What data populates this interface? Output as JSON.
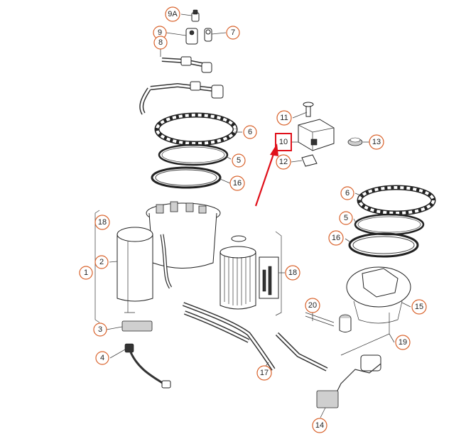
{
  "diagram": {
    "callouts": [
      {
        "id": "c-9a",
        "label": "9A"
      },
      {
        "id": "c-9",
        "label": "9"
      },
      {
        "id": "c-7",
        "label": "7"
      },
      {
        "id": "c-8",
        "label": "8"
      },
      {
        "id": "c-6-top",
        "label": "6"
      },
      {
        "id": "c-5-top",
        "label": "5"
      },
      {
        "id": "c-16-top",
        "label": "16"
      },
      {
        "id": "c-11",
        "label": "11"
      },
      {
        "id": "c-10",
        "label": "10"
      },
      {
        "id": "c-13",
        "label": "13"
      },
      {
        "id": "c-12",
        "label": "12"
      },
      {
        "id": "c-6-right",
        "label": "6"
      },
      {
        "id": "c-5-right",
        "label": "5"
      },
      {
        "id": "c-16-right",
        "label": "16"
      },
      {
        "id": "c-18-left",
        "label": "18"
      },
      {
        "id": "c-2",
        "label": "2"
      },
      {
        "id": "c-1",
        "label": "1"
      },
      {
        "id": "c-3",
        "label": "3"
      },
      {
        "id": "c-18-mid",
        "label": "18"
      },
      {
        "id": "c-15",
        "label": "15"
      },
      {
        "id": "c-20",
        "label": "20"
      },
      {
        "id": "c-19",
        "label": "19"
      },
      {
        "id": "c-4",
        "label": "4"
      },
      {
        "id": "c-17",
        "label": "17"
      },
      {
        "id": "c-14",
        "label": "14"
      }
    ],
    "highlight": {
      "label": "10",
      "color": "#e0101a"
    },
    "arrow_color": "#e0101a",
    "callout_color": "#d9622b"
  }
}
